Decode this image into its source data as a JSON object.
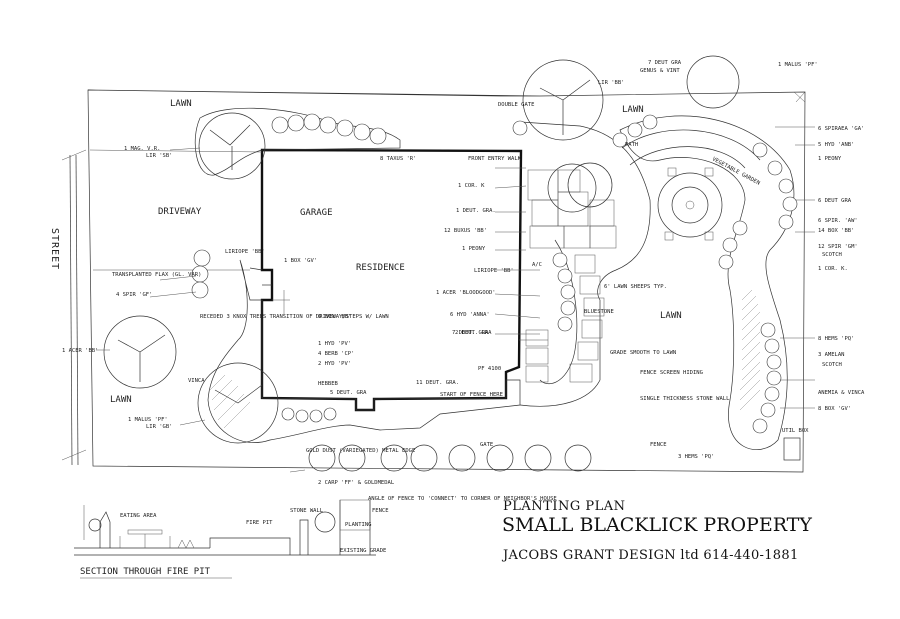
{
  "title": {
    "line1": "PLANTING PLAN",
    "line2": "SMALL BLACKLICK PROPERTY",
    "line3": "JACOBS GRANT DESIGN ltd 614-440-1881"
  },
  "areas": {
    "street": "STREET",
    "driveway": "DRIVEWAY",
    "garage": "GARAGE",
    "residence": "RESIDENCE",
    "lawn_nw": "LAWN",
    "lawn_sw": "LAWN",
    "lawn_ne": "LAWN",
    "lawn_e": "LAWN",
    "path": "PATH",
    "vegetable_garden": "VEGETABLE GARDEN"
  },
  "labels_left": [
    "1 MAG. V.R.",
    "LIR 'SB'",
    "TRANSPLANTED FLAX (GL. VAR)",
    "4 SPIR 'GF'",
    "1 ACER 'BB'",
    "1 MALUS 'PF'",
    "LIR 'GB'",
    "VINCA"
  ],
  "labels_center": [
    "8 TAXUS 'R'",
    "1 BOX 'GV'",
    "LIRIOPE 'BB'",
    "RECEDED 3 KNOX TREES TRANSITION OF DRIVEWAY/STEPS W/ LAWN",
    "'O BOX 'BB'",
    "1 HYD 'PV'",
    "4 BERB 'CP'",
    "2 HYD 'PV'",
    "HEBBEB",
    "5 DEUT. GRA",
    "11 DEUT. GRA.",
    "2 DEUT. GRA",
    "PF 4100",
    "START OF FENCE HERE",
    "GOLD DUST (VARIEGATED) METAL EDGE",
    "2 CARP 'FF' & GOLDMEDAL",
    "ANGLE OF FENCE TO 'CONNECT' TO CORNER OF NEIGHBOR'S HOUSE"
  ],
  "labels_house_east": [
    "FRONT ENTRY WALK",
    "1 COR. K",
    "1 DEUT. GRA.",
    "12 BUXUS 'BB'",
    "1 PEONY",
    "LIRIOPE 'BB'",
    "1 ACER 'BLOODGOOD'",
    "6 HYD 'ANNA'",
    "7 DEUT. GRA",
    "DOUBLE GATE",
    "A/C",
    "BLUESTONE"
  ],
  "labels_right": [
    "7 DEUT GRA",
    "GENUS & VINT",
    "LIR 'BB'",
    "1 MALUS 'PF'",
    "6 SPIRAEA 'GA'",
    "5 HYD 'ANB'",
    "1 PEONY",
    "6 DEUT GRA",
    "6 SPIR. 'AW'",
    "14 BOX 'BB'",
    "12 SPIR 'GM'",
    "SCOTCH",
    "1 COR. K.",
    "8 HEMS 'PQ'",
    "3 AMELAN",
    "SCOTCH",
    "ANEMIA & VINCA",
    "8 BOX 'GV'",
    "UTIL BOX",
    "3 HEMS 'PQ'",
    "FENCE",
    "GATE",
    "6' LAWN SHEEPS TYP.",
    "FENCE SCREEN HIDING",
    "SINGLE THICKNESS STONE WALL",
    "GRADE SMOOTH TO LAWN"
  ],
  "section": {
    "label": "SECTION THROUGH FIRE PIT",
    "eating_area": "EATING AREA",
    "fire_pit": "FIRE PIT",
    "stone_wall": "STONE WALL",
    "fence": "FENCE",
    "existing_grade": "EXISTING GRADE",
    "planting": "PLANTING"
  }
}
